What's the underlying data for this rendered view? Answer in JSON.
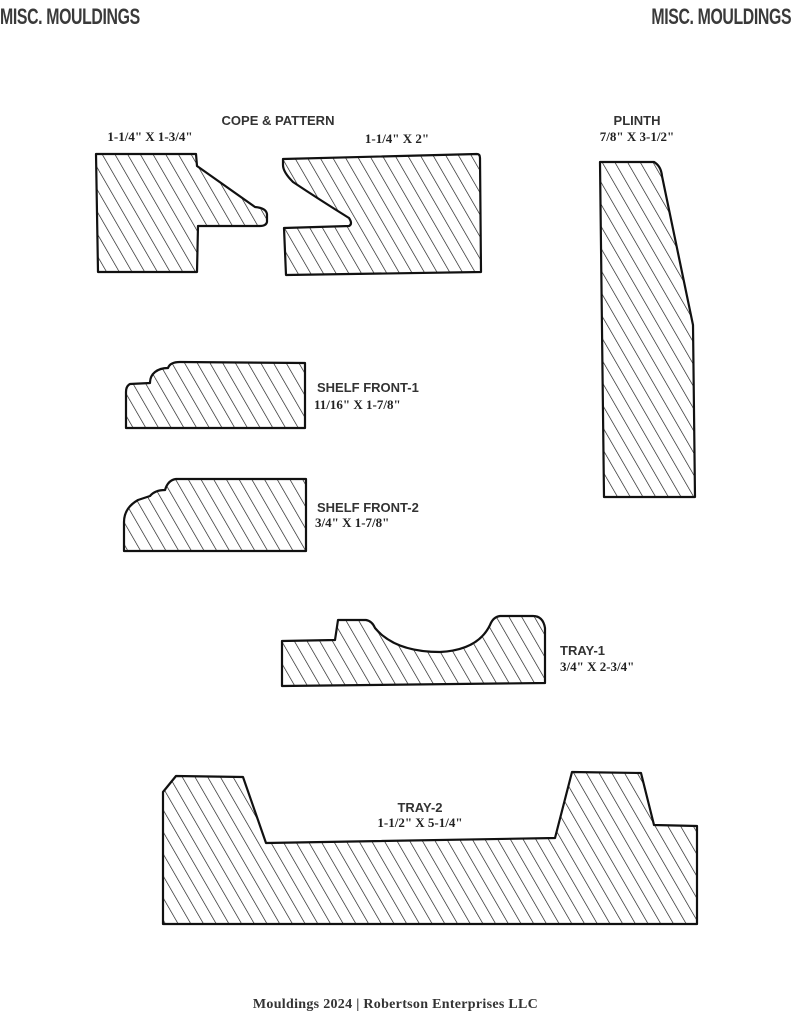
{
  "header": {
    "left": "MISC. MOULDINGS",
    "right": "MISC. MOULDINGS"
  },
  "profiles": {
    "cope_pattern": {
      "name": "COPE & PATTERN",
      "dim_left": "1-1/4\" X 1-3/4\"",
      "dim_right": "1-1/4\" X 2\""
    },
    "plinth": {
      "name": "PLINTH",
      "dim": "7/8\" X 3-1/2\""
    },
    "shelf_front_1": {
      "name": "SHELF FRONT-1",
      "dim": "11/16\" X 1-7/8\""
    },
    "shelf_front_2": {
      "name": "SHELF FRONT-2",
      "dim": "3/4\" X 1-7/8\""
    },
    "tray_1": {
      "name": "TRAY-1",
      "dim": "3/4\" X 2-3/4\""
    },
    "tray_2": {
      "name": "TRAY-2",
      "dim": "1-1/2\" X 5-1/4\""
    }
  },
  "footer": "Mouldings 2024 | Robertson Enterprises LLC"
}
